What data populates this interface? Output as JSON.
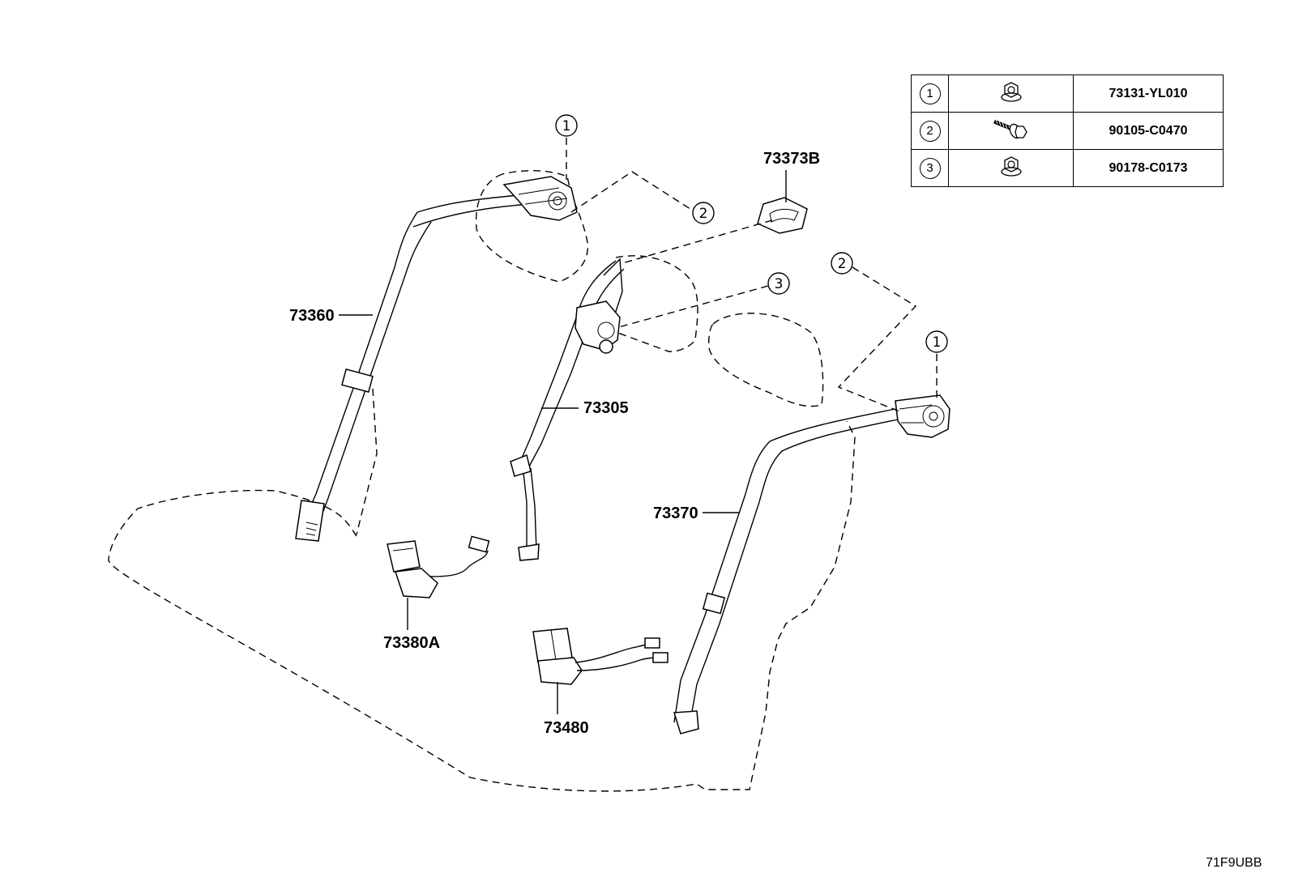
{
  "labels": {
    "p73360": "73360",
    "p73305": "73305",
    "p73373B": "73373B",
    "p73370": "73370",
    "p73380A": "73380A",
    "p73480": "73480"
  },
  "callouts": {
    "c1_left": "1",
    "c2_left": "2",
    "c3": "3",
    "c2_right": "2",
    "c1_right": "1"
  },
  "table": {
    "rows": [
      {
        "ref": "1",
        "icon": "flange-nut-icon",
        "part": "73131-YL010"
      },
      {
        "ref": "2",
        "icon": "bolt-icon",
        "part": "90105-C0470"
      },
      {
        "ref": "3",
        "icon": "flange-nut-icon",
        "part": "90178-C0173"
      }
    ]
  },
  "diagram_code": "71F9UBB"
}
